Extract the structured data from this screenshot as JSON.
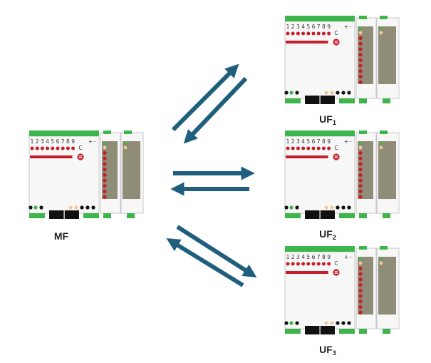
{
  "colors": {
    "arrow": "#1f5f7d",
    "rail_green": "#3db54a",
    "led_red": "#c81e2a",
    "led_orange": "#f5c89a",
    "led_green": "#3db54a",
    "panel_gray": "#8f8c78",
    "module_border": "#c9c9c9",
    "module_fill": "#f7f7f7"
  },
  "terminal_labels": [
    "1",
    "2",
    "3",
    "4",
    "5",
    "6",
    "7",
    "8",
    "9"
  ],
  "polarity_labels": [
    "+",
    "-"
  ],
  "common_label": "C",
  "devices": [
    {
      "id": "mf",
      "label": "MF",
      "subscript": ""
    },
    {
      "id": "uf1",
      "label": "UF",
      "subscript": "1"
    },
    {
      "id": "uf2",
      "label": "UF",
      "subscript": "2"
    },
    {
      "id": "uf3",
      "label": "UF",
      "subscript": "3"
    }
  ],
  "links": [
    {
      "from": "mf",
      "to": "uf1"
    },
    {
      "from": "mf",
      "to": "uf2"
    },
    {
      "from": "mf",
      "to": "uf3"
    }
  ]
}
